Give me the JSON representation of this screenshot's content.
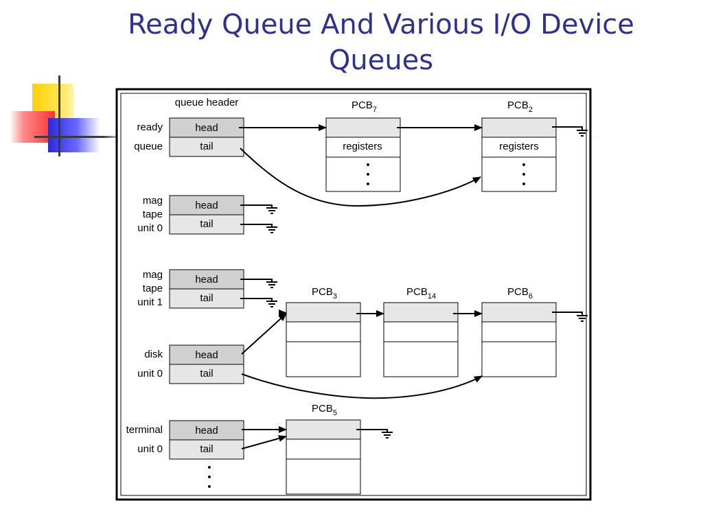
{
  "slide": {
    "title": "Ready Queue And Various I/O Device Queues"
  },
  "diagram": {
    "queue_header_label": "queue header",
    "field_labels": {
      "head": "head",
      "tail": "tail",
      "registers": "registers"
    },
    "queues": {
      "ready": [
        "ready",
        "queue"
      ],
      "mag_tape_0": [
        "mag",
        "tape",
        "unit 0"
      ],
      "mag_tape_1": [
        "mag",
        "tape",
        "unit 1"
      ],
      "disk": [
        "disk",
        "unit 0"
      ],
      "terminal": [
        "terminal",
        "unit 0"
      ]
    },
    "pcbs": {
      "pcb7": {
        "base": "PCB",
        "sub": "7"
      },
      "pcb2": {
        "base": "PCB",
        "sub": "2"
      },
      "pcb3": {
        "base": "PCB",
        "sub": "3"
      },
      "pcb14": {
        "base": "PCB",
        "sub": "14"
      },
      "pcb6": {
        "base": "PCB",
        "sub": "6"
      },
      "pcb5": {
        "base": "PCB",
        "sub": "5"
      }
    },
    "ellipsis": "•"
  },
  "colors": {
    "title": "#2e3192",
    "cell_fill": "#e6e6e6",
    "header_fill": "#d0d0d0",
    "line": "#000000"
  }
}
